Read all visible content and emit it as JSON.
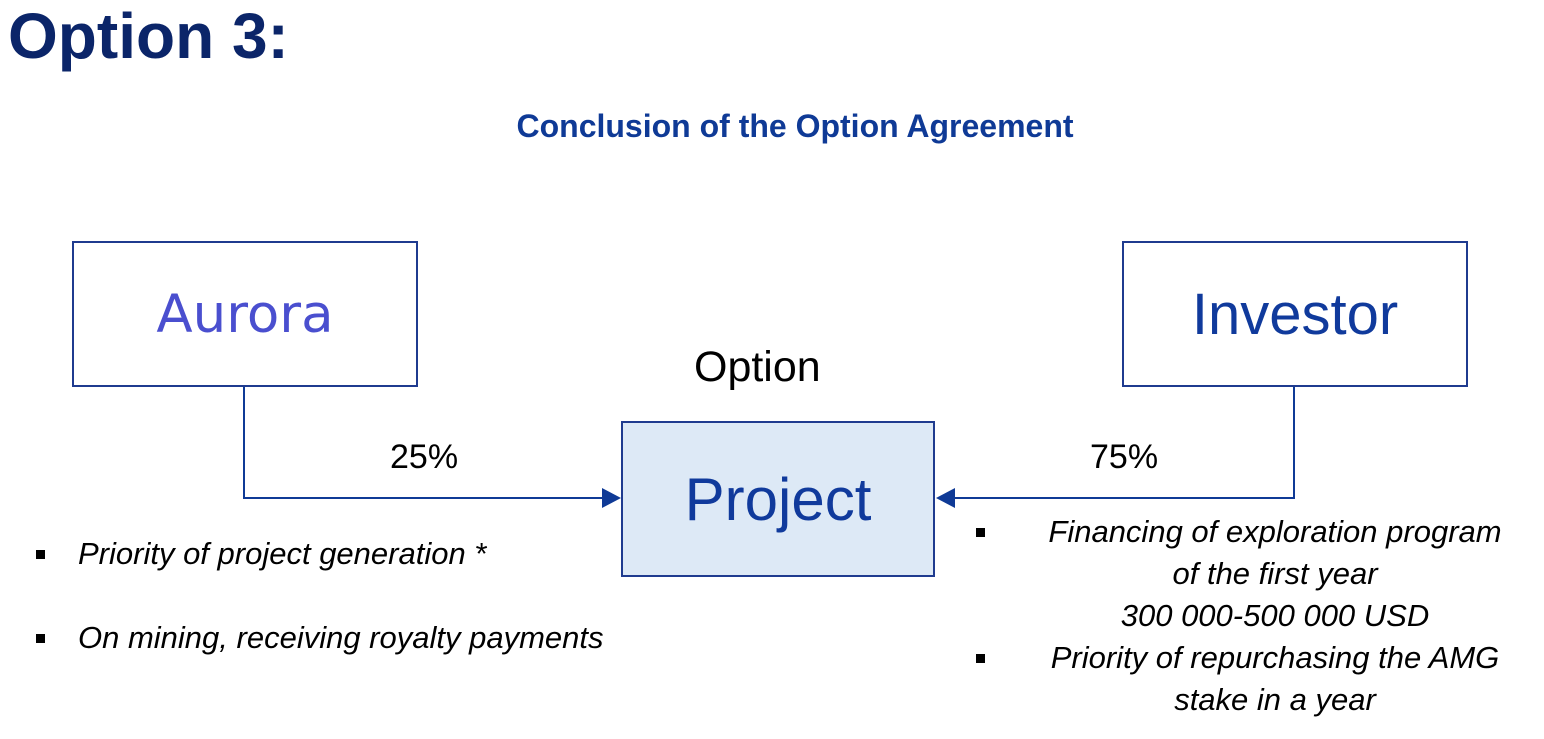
{
  "title": "Option 3:",
  "subtitle": "Conclusion of the Option Agreement",
  "nodes": {
    "aurora": "Aurora",
    "investor": "Investor",
    "project": "Project"
  },
  "labels": {
    "option": "Option",
    "aurora_share": "25%",
    "investor_share": "75%"
  },
  "left_bullets": [
    "Priority of project generation *",
    "On mining, receiving royalty payments"
  ],
  "right_bullets": [
    {
      "line1": "Financing of exploration program",
      "line2": "of the first year",
      "line3": "300 000-500 000 USD"
    },
    {
      "line1": "Priority of repurchasing the AMG",
      "line2": "stake in a year"
    }
  ],
  "colors": {
    "title": "#0b2569",
    "accent": "#0f3a96",
    "box_border": "#1f3b8f",
    "project_fill": "#dde9f6",
    "aurora_text": "#4a4fcf"
  }
}
